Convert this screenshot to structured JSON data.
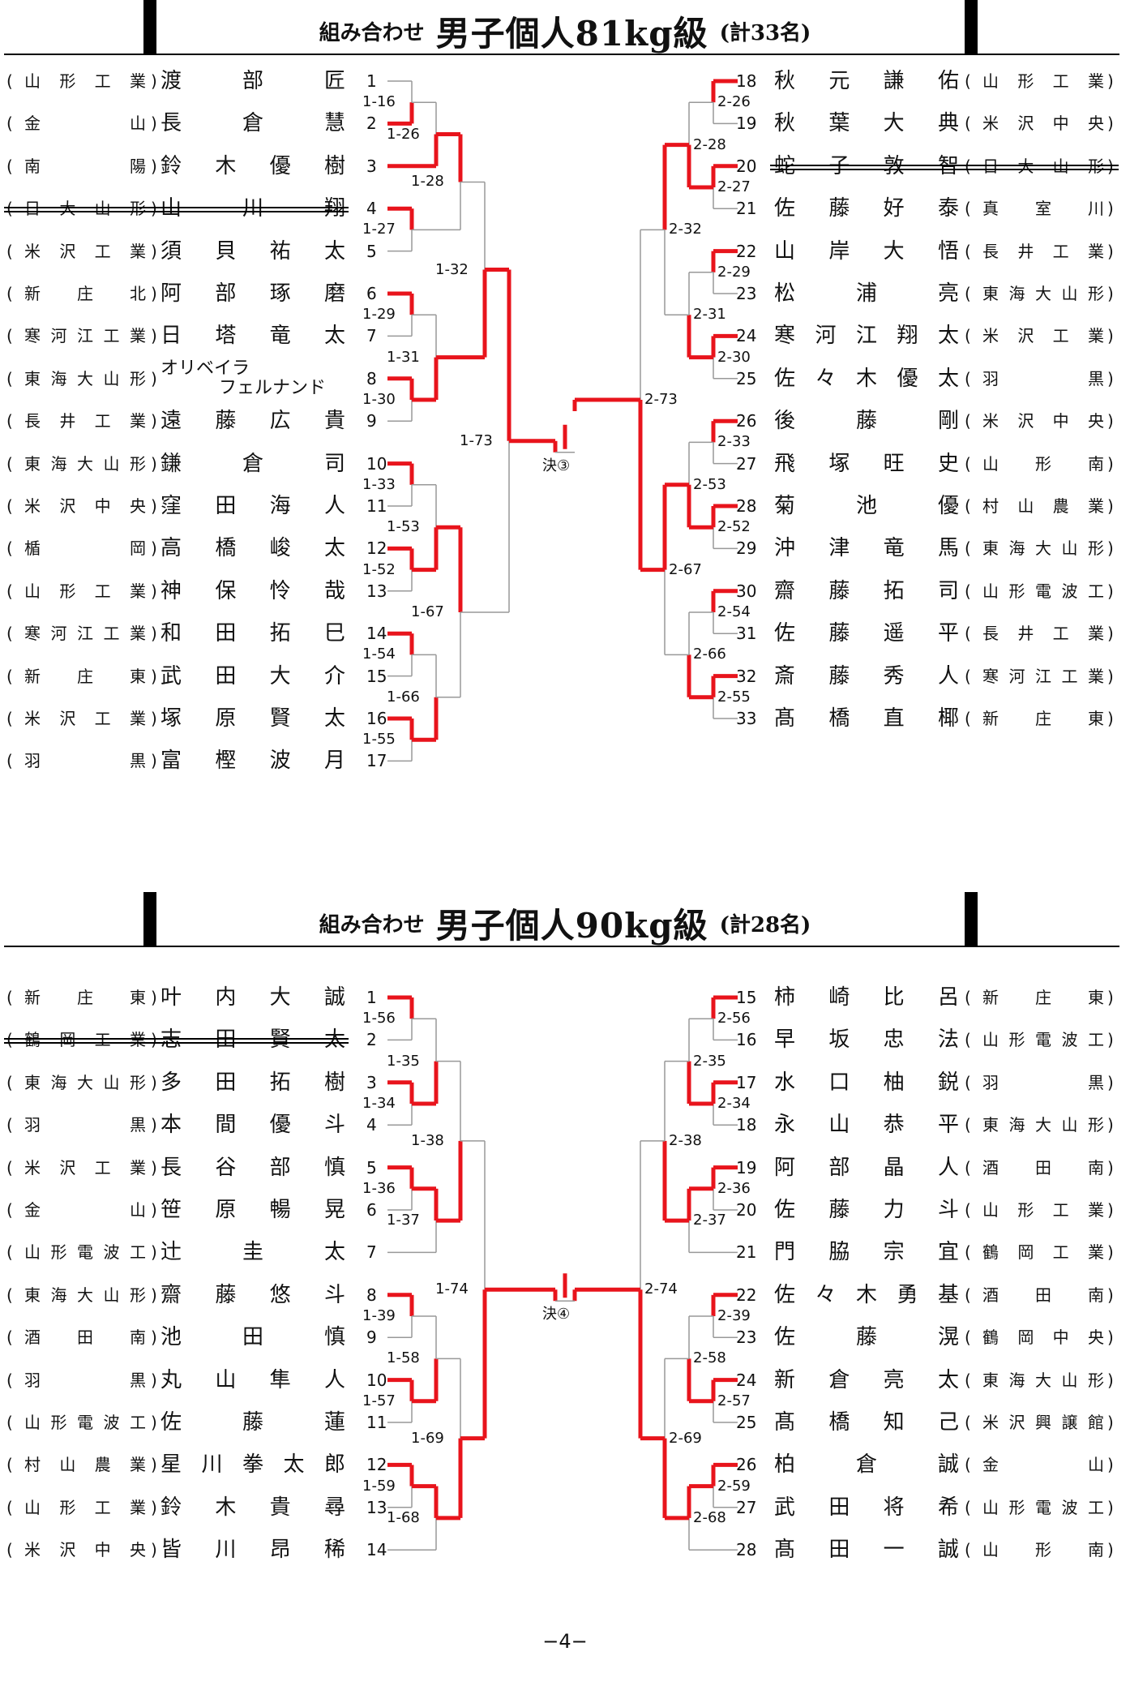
{
  "sections": [
    {
      "prefix": "組み合わせ",
      "title": "男子個人81kg級",
      "count": "(計33名)",
      "left": [
        {
          "no": "1",
          "school": "山形工業",
          "name": "渡 部 匠"
        },
        {
          "no": "2",
          "school": "金山",
          "name": "長 倉 慧"
        },
        {
          "no": "3",
          "school": "南陽",
          "name": "鈴 木 優 樹"
        },
        {
          "no": "4",
          "school": "日大山形",
          "name": "山 川 翔",
          "withdrawn": true
        },
        {
          "no": "5",
          "school": "米沢工業",
          "name": "須 貝 祐 太"
        },
        {
          "no": "6",
          "school": "新庄北",
          "name": "阿 部 琢 磨"
        },
        {
          "no": "7",
          "school": "寒河江工業",
          "name": "日 塔 竜 太"
        },
        {
          "no": "8",
          "school": "東海大山形",
          "name": "オリベイラ フェルナンド"
        },
        {
          "no": "9",
          "school": "長井工業",
          "name": "遠 藤 広 貴"
        },
        {
          "no": "10",
          "school": "東海大山形",
          "name": "鎌 倉 司"
        },
        {
          "no": "11",
          "school": "米沢中央",
          "name": "窪 田 海 人"
        },
        {
          "no": "12",
          "school": "楯岡",
          "name": "高 橋 峻 太"
        },
        {
          "no": "13",
          "school": "山形工業",
          "name": "神 保 怜 哉"
        },
        {
          "no": "14",
          "school": "寒河江工業",
          "name": "和 田 拓 巳"
        },
        {
          "no": "15",
          "school": "新庄東",
          "name": "武 田 大 介"
        },
        {
          "no": "16",
          "school": "米沢工業",
          "name": "塚 原 賢 太"
        },
        {
          "no": "17",
          "school": "羽黒",
          "name": "富 樫 波 月"
        }
      ],
      "right": [
        {
          "no": "18",
          "school": "山形工業",
          "name": "秋 元 謙 佑"
        },
        {
          "no": "19",
          "school": "米沢中央",
          "name": "秋 葉 大 典"
        },
        {
          "no": "20",
          "school": "日大山形",
          "name": "蛇 子 敦 智",
          "withdrawn": true
        },
        {
          "no": "21",
          "school": "真室川",
          "name": "佐 藤 好 泰"
        },
        {
          "no": "22",
          "school": "長井工業",
          "name": "山 岸 大 悟"
        },
        {
          "no": "23",
          "school": "東海大山形",
          "name": "松 浦 亮"
        },
        {
          "no": "24",
          "school": "米沢工業",
          "name": "寒 河 江 翔 太"
        },
        {
          "no": "25",
          "school": "羽黒",
          "name": "佐 々 木 優 太"
        },
        {
          "no": "26",
          "school": "米沢中央",
          "name": "後 藤 剛"
        },
        {
          "no": "27",
          "school": "山形南",
          "name": "飛 塚 旺 史"
        },
        {
          "no": "28",
          "school": "村山農業",
          "name": "菊 池 優"
        },
        {
          "no": "29",
          "school": "東海大山形",
          "name": "沖 津 竜 馬"
        },
        {
          "no": "30",
          "school": "山形電波工",
          "name": "齋 藤 拓 司"
        },
        {
          "no": "31",
          "school": "長井工業",
          "name": "佐 藤 遥 平"
        },
        {
          "no": "32",
          "school": "寒河江工業",
          "name": "斎 藤 秀 人"
        },
        {
          "no": "33",
          "school": "新庄東",
          "name": "髙 橋 直 椰"
        }
      ],
      "labels_left": [
        "1-16",
        "1-26",
        "1-27",
        "1-28",
        "1-29",
        "1-30",
        "1-31",
        "1-32",
        "1-33",
        "1-52",
        "1-53",
        "1-54",
        "1-55",
        "1-66",
        "1-67",
        "1-73"
      ],
      "labels_right": [
        "2-26",
        "2-27",
        "2-28",
        "2-29",
        "2-30",
        "2-31",
        "2-32",
        "2-33",
        "2-52",
        "2-53",
        "2-54",
        "2-55",
        "2-66",
        "2-67",
        "2-73"
      ],
      "final": "決③"
    },
    {
      "prefix": "組み合わせ",
      "title": "男子個人90kg級",
      "count": "(計28名)",
      "left": [
        {
          "no": "1",
          "school": "新庄東",
          "name": "叶 内 大 誠"
        },
        {
          "no": "2",
          "school": "鶴岡工業",
          "name": "志 田 賢 太",
          "withdrawn": true
        },
        {
          "no": "3",
          "school": "東海大山形",
          "name": "多 田 拓 樹"
        },
        {
          "no": "4",
          "school": "羽黒",
          "name": "本 間 優 斗"
        },
        {
          "no": "5",
          "school": "米沢工業",
          "name": "長 谷 部 慎"
        },
        {
          "no": "6",
          "school": "金山",
          "name": "笹 原 暢 晃"
        },
        {
          "no": "7",
          "school": "山形電波工",
          "name": "辻 圭 太"
        },
        {
          "no": "8",
          "school": "東海大山形",
          "name": "齋 藤 悠 斗"
        },
        {
          "no": "9",
          "school": "酒田南",
          "name": "池 田 慎"
        },
        {
          "no": "10",
          "school": "羽黒",
          "name": "丸 山 隼 人"
        },
        {
          "no": "11",
          "school": "山形電波工",
          "name": "佐 藤 蓮"
        },
        {
          "no": "12",
          "school": "村山農業",
          "name": "星 川 拳 太 郎"
        },
        {
          "no": "13",
          "school": "山形工業",
          "name": "鈴 木 貴 尋"
        },
        {
          "no": "14",
          "school": "米沢中央",
          "name": "皆 川 昂 稀"
        }
      ],
      "right": [
        {
          "no": "15",
          "school": "新庄東",
          "name": "柿 崎 比 呂"
        },
        {
          "no": "16",
          "school": "山形電波工",
          "name": "早 坂 忠 法"
        },
        {
          "no": "17",
          "school": "羽黒",
          "name": "水 口 柚 鋭"
        },
        {
          "no": "18",
          "school": "東海大山形",
          "name": "永 山 恭 平"
        },
        {
          "no": "19",
          "school": "酒田南",
          "name": "阿 部 晶 人"
        },
        {
          "no": "20",
          "school": "山形工業",
          "name": "佐 藤 力 斗"
        },
        {
          "no": "21",
          "school": "鶴岡工業",
          "name": "門 脇 宗 宜"
        },
        {
          "no": "22",
          "school": "酒田南",
          "name": "佐 々 木 勇 基"
        },
        {
          "no": "23",
          "school": "鶴岡中央",
          "name": "佐 藤 滉"
        },
        {
          "no": "24",
          "school": "東海大山形",
          "name": "新 倉 亮 太"
        },
        {
          "no": "25",
          "school": "米沢興譲館",
          "name": "髙 橋 知 己"
        },
        {
          "no": "26",
          "school": "金山",
          "name": "柏 倉 誠"
        },
        {
          "no": "27",
          "school": "山形電波工",
          "name": "武 田 将 希"
        },
        {
          "no": "28",
          "school": "山形南",
          "name": "髙 田 一 誠"
        }
      ],
      "labels_left": [
        "1-56",
        "1-34",
        "1-35",
        "1-36",
        "1-37",
        "1-38",
        "1-39",
        "1-57",
        "1-58",
        "1-59",
        "1-68",
        "1-69",
        "1-74"
      ],
      "labels_right": [
        "2-56",
        "2-34",
        "2-35",
        "2-36",
        "2-37",
        "2-38",
        "2-39",
        "2-57",
        "2-58",
        "2-59",
        "2-68",
        "2-69",
        "2-74"
      ],
      "final": "決④"
    }
  ],
  "page_number": "−4−",
  "colors": {
    "winner": "#e8141c",
    "line": "#999999",
    "text": "#111111"
  }
}
